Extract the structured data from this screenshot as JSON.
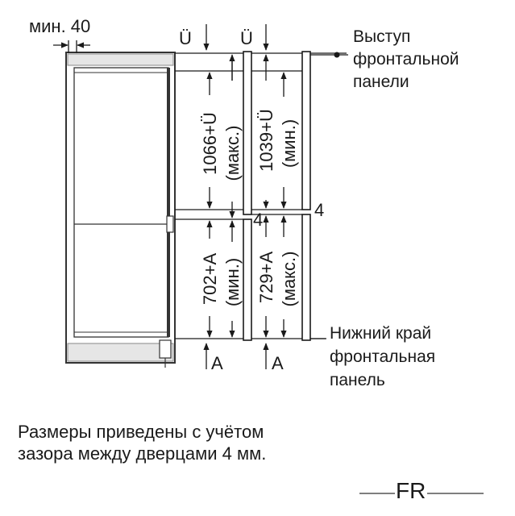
{
  "labels": {
    "gap_min": "мин. 40",
    "u_symbol": "Ü",
    "dim_upper_left": "1066+Ü",
    "dim_upper_left_note": "(макс.)",
    "dim_upper_right": "1039+Ü",
    "dim_upper_right_note": "(мин.)",
    "dim_lower_left": "702+A",
    "dim_lower_left_note": "(мин.)",
    "dim_lower_right": "729+A",
    "dim_lower_right_note": "(макс.)",
    "door_gap_left": "4",
    "door_gap_right": "4",
    "a_symbol": "A"
  },
  "callouts": {
    "top": [
      "Выступ",
      "фронтальной",
      "панели"
    ],
    "bottom": [
      "Нижний край",
      "фронтальная",
      "панель"
    ]
  },
  "note": {
    "line1": "Размеры приведены с учётом",
    "line2": "зазора между дверцами 4 мм."
  },
  "logo": "FR"
}
